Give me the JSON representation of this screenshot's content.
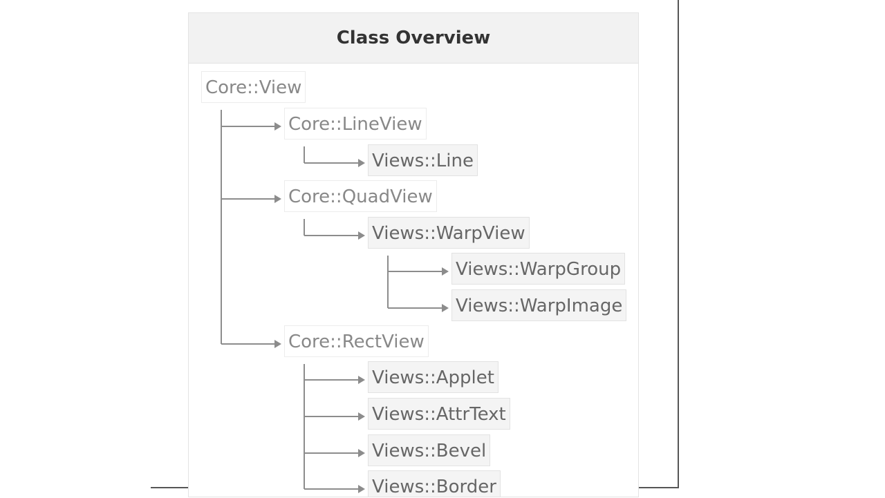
{
  "panel": {
    "title": "Class Overview"
  },
  "tree": {
    "nodes": [
      {
        "id": "core-view",
        "label": "Core::View",
        "kind": "core"
      },
      {
        "id": "core-lineview",
        "label": "Core::LineView",
        "kind": "core"
      },
      {
        "id": "views-line",
        "label": "Views::Line",
        "kind": "views"
      },
      {
        "id": "core-quadview",
        "label": "Core::QuadView",
        "kind": "core"
      },
      {
        "id": "views-warpview",
        "label": "Views::WarpView",
        "kind": "views"
      },
      {
        "id": "views-warpgroup",
        "label": "Views::WarpGroup",
        "kind": "views"
      },
      {
        "id": "views-warpimage",
        "label": "Views::WarpImage",
        "kind": "views"
      },
      {
        "id": "core-rectview",
        "label": "Core::RectView",
        "kind": "core"
      },
      {
        "id": "views-applet",
        "label": "Views::Applet",
        "kind": "views"
      },
      {
        "id": "views-attrtext",
        "label": "Views::AttrText",
        "kind": "views"
      },
      {
        "id": "views-bevel",
        "label": "Views::Bevel",
        "kind": "views"
      },
      {
        "id": "views-border",
        "label": "Views::Border",
        "kind": "views"
      }
    ],
    "edges": [
      [
        "core-view",
        "core-lineview"
      ],
      [
        "core-lineview",
        "views-line"
      ],
      [
        "core-view",
        "core-quadview"
      ],
      [
        "core-quadview",
        "views-warpview"
      ],
      [
        "views-warpview",
        "views-warpgroup"
      ],
      [
        "views-warpview",
        "views-warpimage"
      ],
      [
        "core-view",
        "core-rectview"
      ],
      [
        "core-rectview",
        "views-applet"
      ],
      [
        "core-rectview",
        "views-attrtext"
      ],
      [
        "core-rectview",
        "views-bevel"
      ],
      [
        "core-rectview",
        "views-border"
      ]
    ],
    "colors": {
      "connector": "#8c8c8c",
      "core_text": "#888888",
      "views_text": "#666666"
    }
  }
}
